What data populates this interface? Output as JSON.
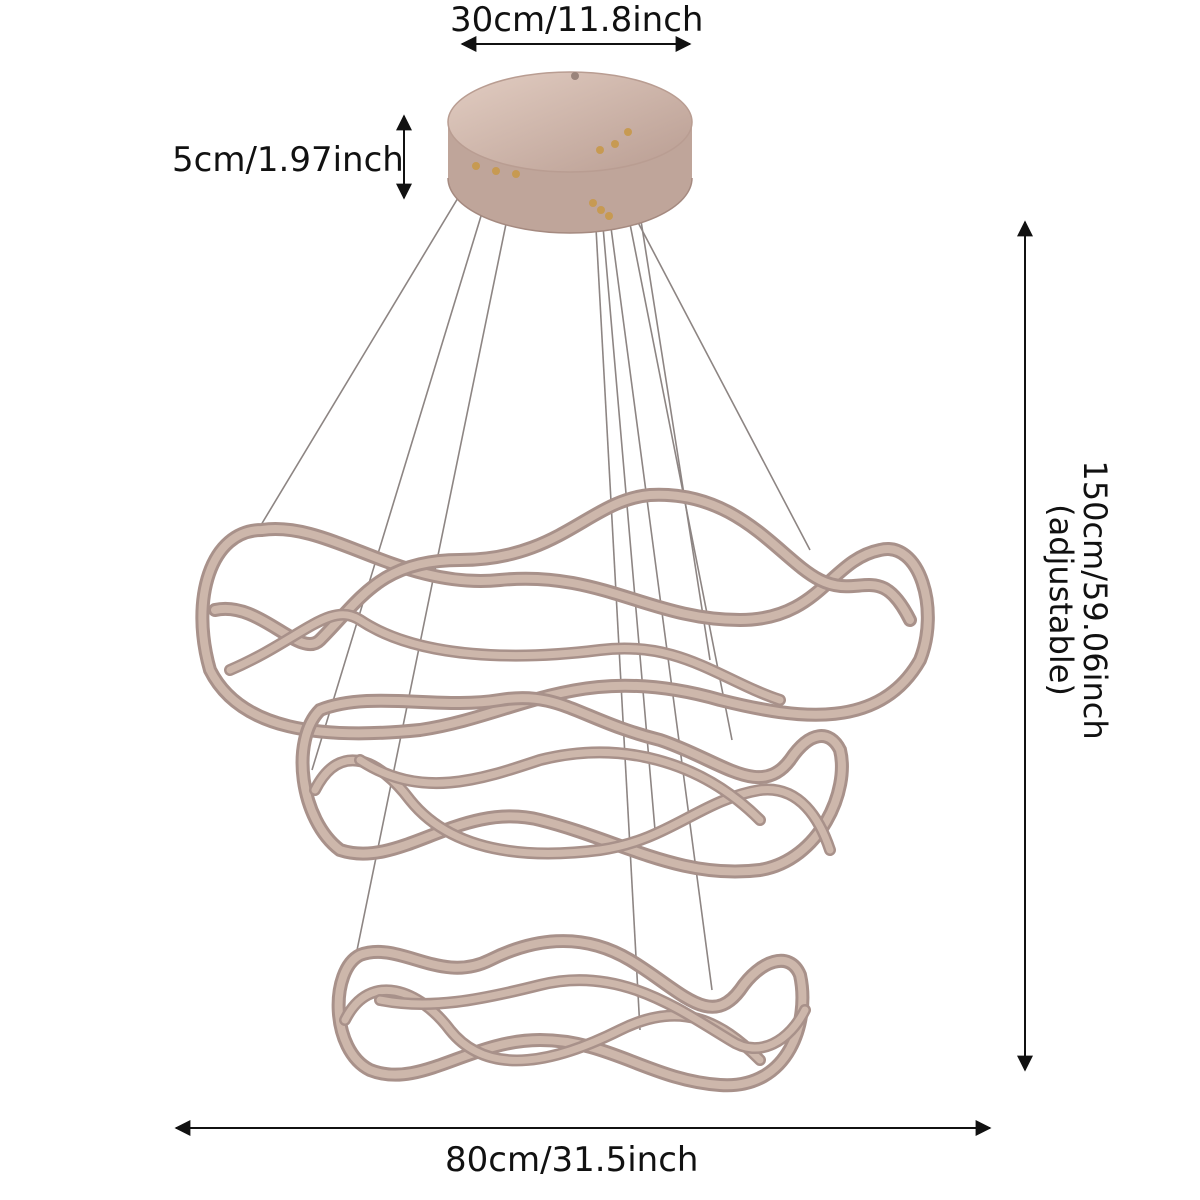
{
  "dimensions": {
    "canopy_diameter": "30cm/11.8inch",
    "canopy_height": "5cm/1.97inch",
    "overall_width": "80cm/31.5inch",
    "drop_height": "150cm/59.06inch",
    "drop_note": "(adjustable)"
  },
  "colors": {
    "fixture": "#c9b3a6",
    "fixture_shade": "#a8918a",
    "canopy": "#d4bcb0",
    "canopy_edge": "#b99d92",
    "cable": "#8d8583",
    "dimension_line": "#111111"
  }
}
